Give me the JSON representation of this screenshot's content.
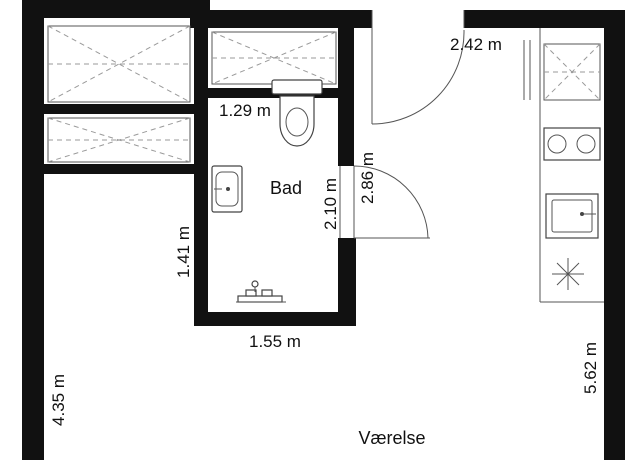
{
  "rooms": {
    "bathroom": "Bad",
    "living": "Værelse"
  },
  "dimensions": {
    "top_right_width": "2.42 m",
    "toilet_width": "1.29 m",
    "bath_door_height": "2.86 m",
    "bath_inner_height": "2.10 m",
    "left_wall_height": "1.41 m",
    "bath_bottom_width": "1.55 m",
    "room_height": "4.35 m",
    "right_height": "5.62 m"
  },
  "icons": [
    "toilet-icon",
    "sink-icon",
    "shower-icon",
    "stove-icon",
    "kitchen-sink-icon",
    "extractor-icon",
    "door-swing-icon"
  ]
}
